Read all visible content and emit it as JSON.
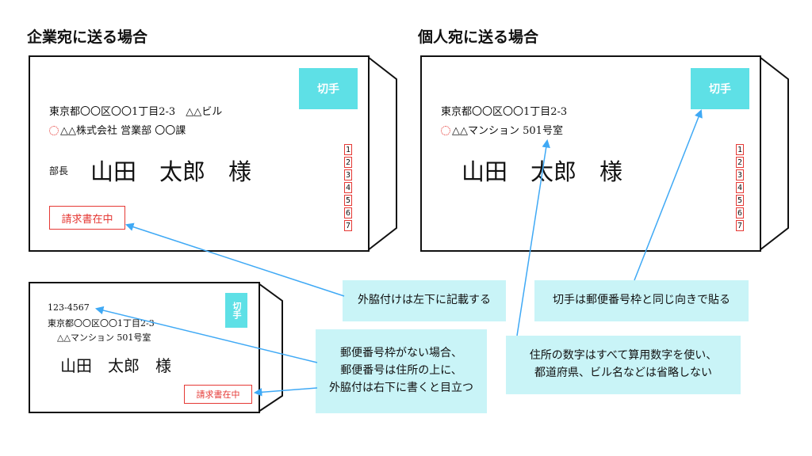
{
  "headings": {
    "corporate": "企業宛に送る場合",
    "personal": "個人宛に送る場合"
  },
  "corporate_envelope": {
    "stamp": "切手",
    "address_line1": "東京都〇〇区〇〇1丁目2-3　△△ビル",
    "address_line2": "△△株式会社 営業部 〇〇課",
    "title": "部長",
    "name": "山田　太郎　様",
    "note": "請求書在中",
    "postal_digits": [
      "1",
      "2",
      "3",
      "4",
      "5",
      "6",
      "7"
    ]
  },
  "personal_envelope": {
    "stamp": "切手",
    "address_line1": "東京都〇〇区〇〇1丁目2-3",
    "address_line2": "△△マンション 501号室",
    "name": "山田　太郎　様",
    "postal_digits": [
      "1",
      "2",
      "3",
      "4",
      "5",
      "6",
      "7"
    ]
  },
  "small_envelope": {
    "stamp": "切手",
    "postal_code": "123-4567",
    "address_line1": "東京都〇〇区〇〇1丁目2-3",
    "address_line2": "△△マンション 501号室",
    "name": "山田　太郎　様",
    "note": "請求書在中"
  },
  "callouts": {
    "bottom_left_note": "外脇付けは左下に記載する",
    "stamp_position": "切手は郵便番号枠と同じ向きで貼る",
    "no_postal_box": [
      "郵便番号枠がない場合、",
      "郵便番号は住所の上に、",
      "外脇付は右下に書くと目立つ"
    ],
    "numerals": [
      "住所の数字はすべて算用数字を使い、",
      "都道府県、ビル名などは省略しない"
    ]
  },
  "colors": {
    "stamp": "#5ee0e6",
    "callout": "#c9f4f7",
    "arrow": "#3fa9f5",
    "note_red": "#e53935"
  }
}
